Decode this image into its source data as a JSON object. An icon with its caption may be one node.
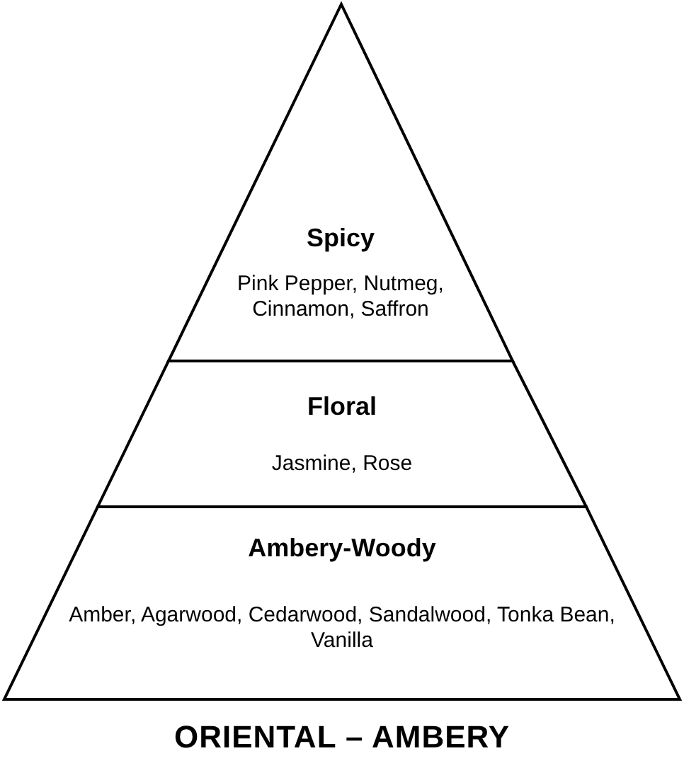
{
  "diagram": {
    "title": "ORIENTAL – AMBERY",
    "nodes": [
      {
        "text": [
          "Spicy",
          "Pink Pepper, Nutmeg, Cinnamon, Saffron"
        ]
      },
      {
        "text": [
          "Floral",
          "Jasmine, Rose"
        ]
      },
      {
        "text": [
          "Ambery-Woody",
          "Amber, Agarwood, Cedarwood, Sandalwood, Tonka Bean, Vanilla"
        ]
      }
    ]
  }
}
